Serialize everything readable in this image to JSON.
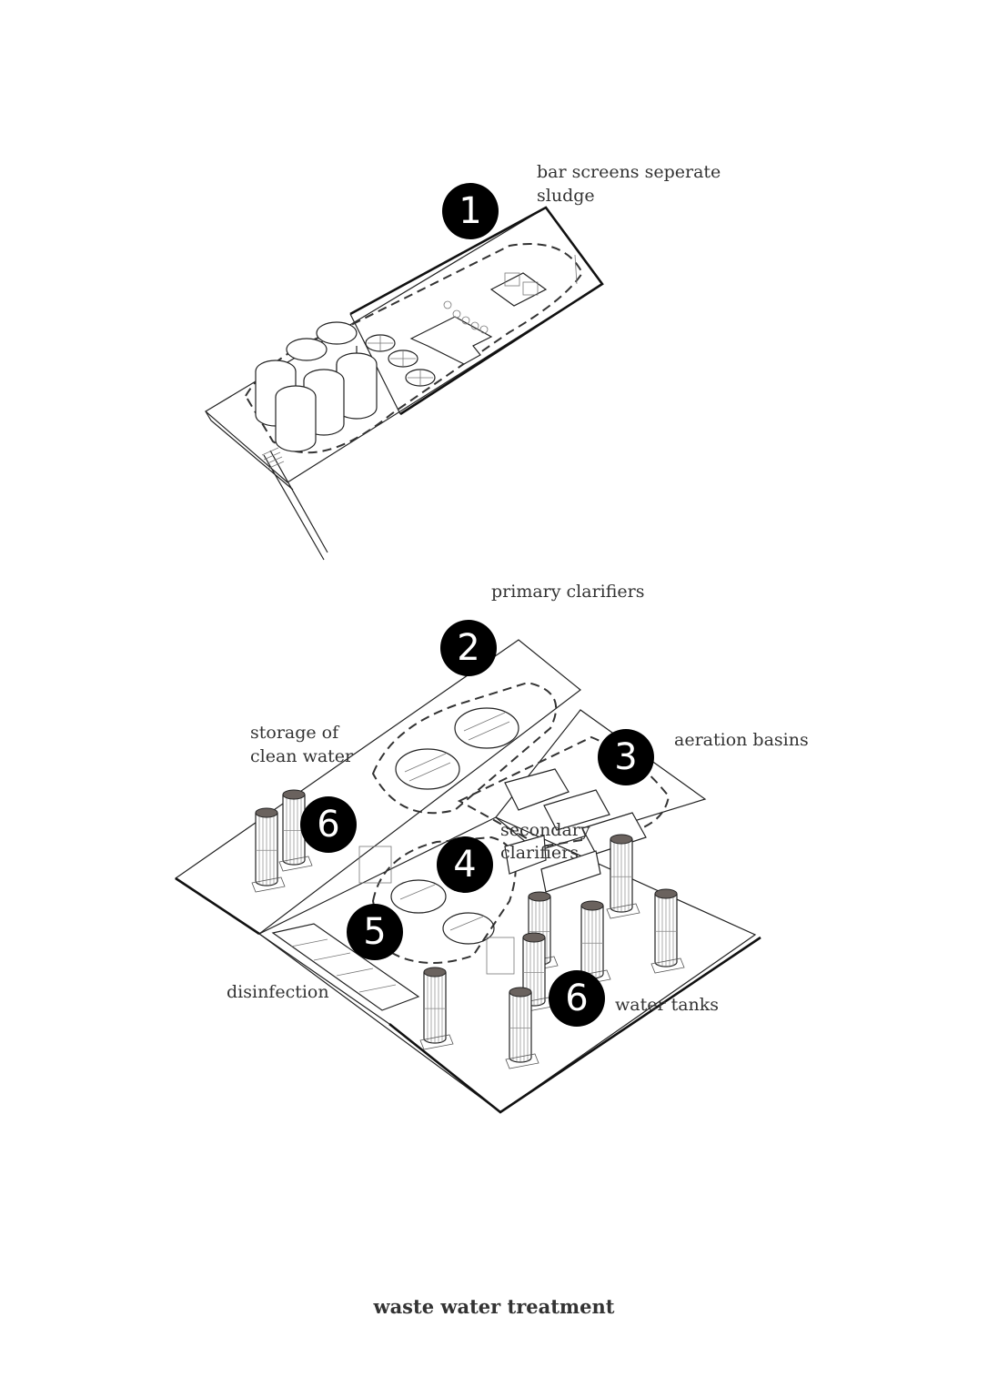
{
  "title": "waste water treatment",
  "labels": {
    "bar_screens_1": "bar screens seperate",
    "bar_screens_2": "sludge",
    "primary_clarifiers": "primary clarifiers",
    "aeration_basins": "aeration basins",
    "storage_1": "storage of",
    "storage_2": "clean water",
    "secondary_1": "secondary",
    "secondary_2": "clarifiers",
    "disinfection": "disinfection",
    "water_tanks": "water tanks"
  },
  "badges": [
    "1",
    "2",
    "3",
    "4",
    "5",
    "6",
    "6"
  ],
  "colors": {
    "badge": "#000000",
    "line": "#222222",
    "tank_top": "#6a625e"
  }
}
